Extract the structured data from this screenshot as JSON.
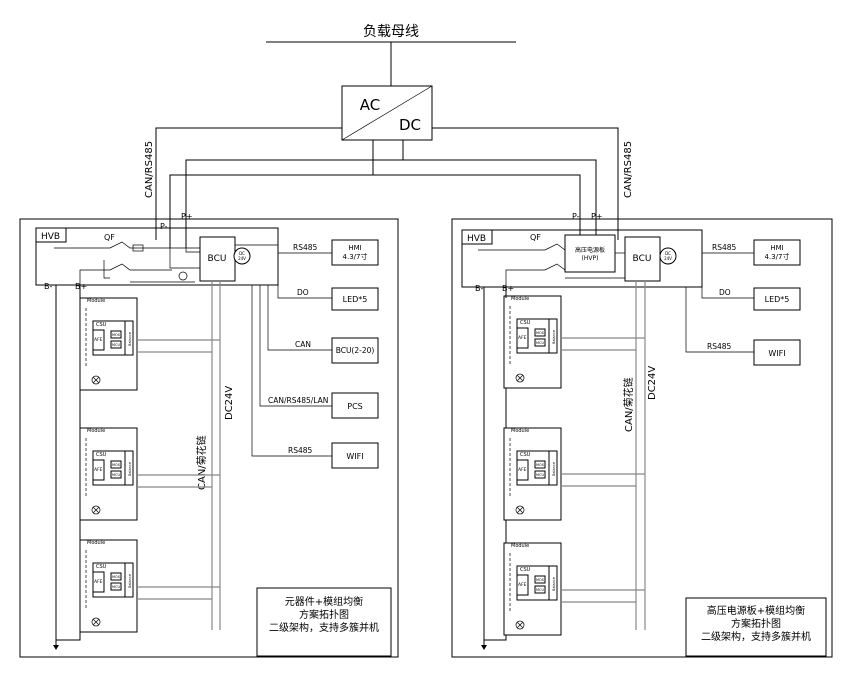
{
  "bus": {
    "label": "负载母线"
  },
  "converter": {
    "ac": "AC",
    "dc": "DC"
  },
  "comm_labels": {
    "left_can": "CAN/RS485",
    "right_can": "CAN/RS485"
  },
  "common": {
    "hvb": "HVB",
    "qf": "QF",
    "p_minus": "P-",
    "p_plus": "P+",
    "b_minus": "B-",
    "b_plus": "B+",
    "bcu": "BCU",
    "dc24v_small": "DC\n24V",
    "dc24v_bus": "DC24V",
    "can_chain": "CAN/菊花链",
    "module": "Module",
    "csu": "CSU",
    "afe": "AFE",
    "mos": "MOS",
    "mcu": "MCU",
    "balance": "Balance"
  },
  "left": {
    "rs485_hmi": "RS485",
    "hmi": "HMI\n4.3/7寸",
    "do": "DO",
    "led": "LED*5",
    "can": "CAN",
    "bcu_ext": "BCU(2-20)",
    "can_lan": "CAN/RS485/LAN",
    "pcs": "PCS",
    "rs485_wifi": "RS485",
    "wifi": "WIFI",
    "caption": "元器件+模组均衡\n方案拓扑图\n\n二级架构，支持多簇并机"
  },
  "right": {
    "hv_board": "高压电源板\n(HVP)",
    "rs485_hmi": "RS485",
    "hmi": "HMI\n4.3/7寸",
    "do": "DO",
    "led": "LED*5",
    "rs485_wifi": "RS485",
    "wifi": "WIFI",
    "caption": "高压电源板+模组均衡\n方案拓扑图\n\n二级架构，支持多簇并机"
  }
}
